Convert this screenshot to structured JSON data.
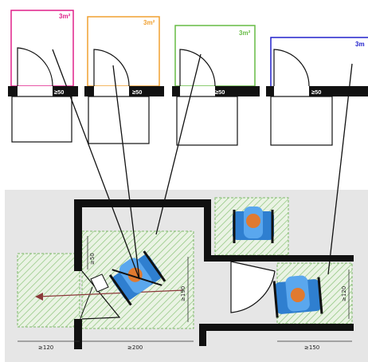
{
  "legend_items": [
    {
      "area_label": "3m²",
      "opening_label": "≥50",
      "accent": "#e0208a"
    },
    {
      "area_label": "3m²",
      "opening_label": "≥50",
      "accent": "#f0a030"
    },
    {
      "area_label": "3m²",
      "opening_label": "≥50",
      "accent": "#66bb44"
    },
    {
      "area_label": "3m",
      "opening_label": "≥50",
      "accent": "#2222cc"
    }
  ],
  "plan": {
    "dims_bottom": [
      "≥120",
      "≥200",
      "≥150"
    ],
    "dims_vertical": [
      "≥50",
      "≥190",
      "≥120"
    ]
  },
  "colors": {
    "wall": "#111111",
    "floor": "#e6e6e6",
    "hatch": "#7fc06a",
    "person_blue": "#3a8ee0",
    "person_orange": "#e07a30",
    "arrow": "#8b3a3a"
  }
}
